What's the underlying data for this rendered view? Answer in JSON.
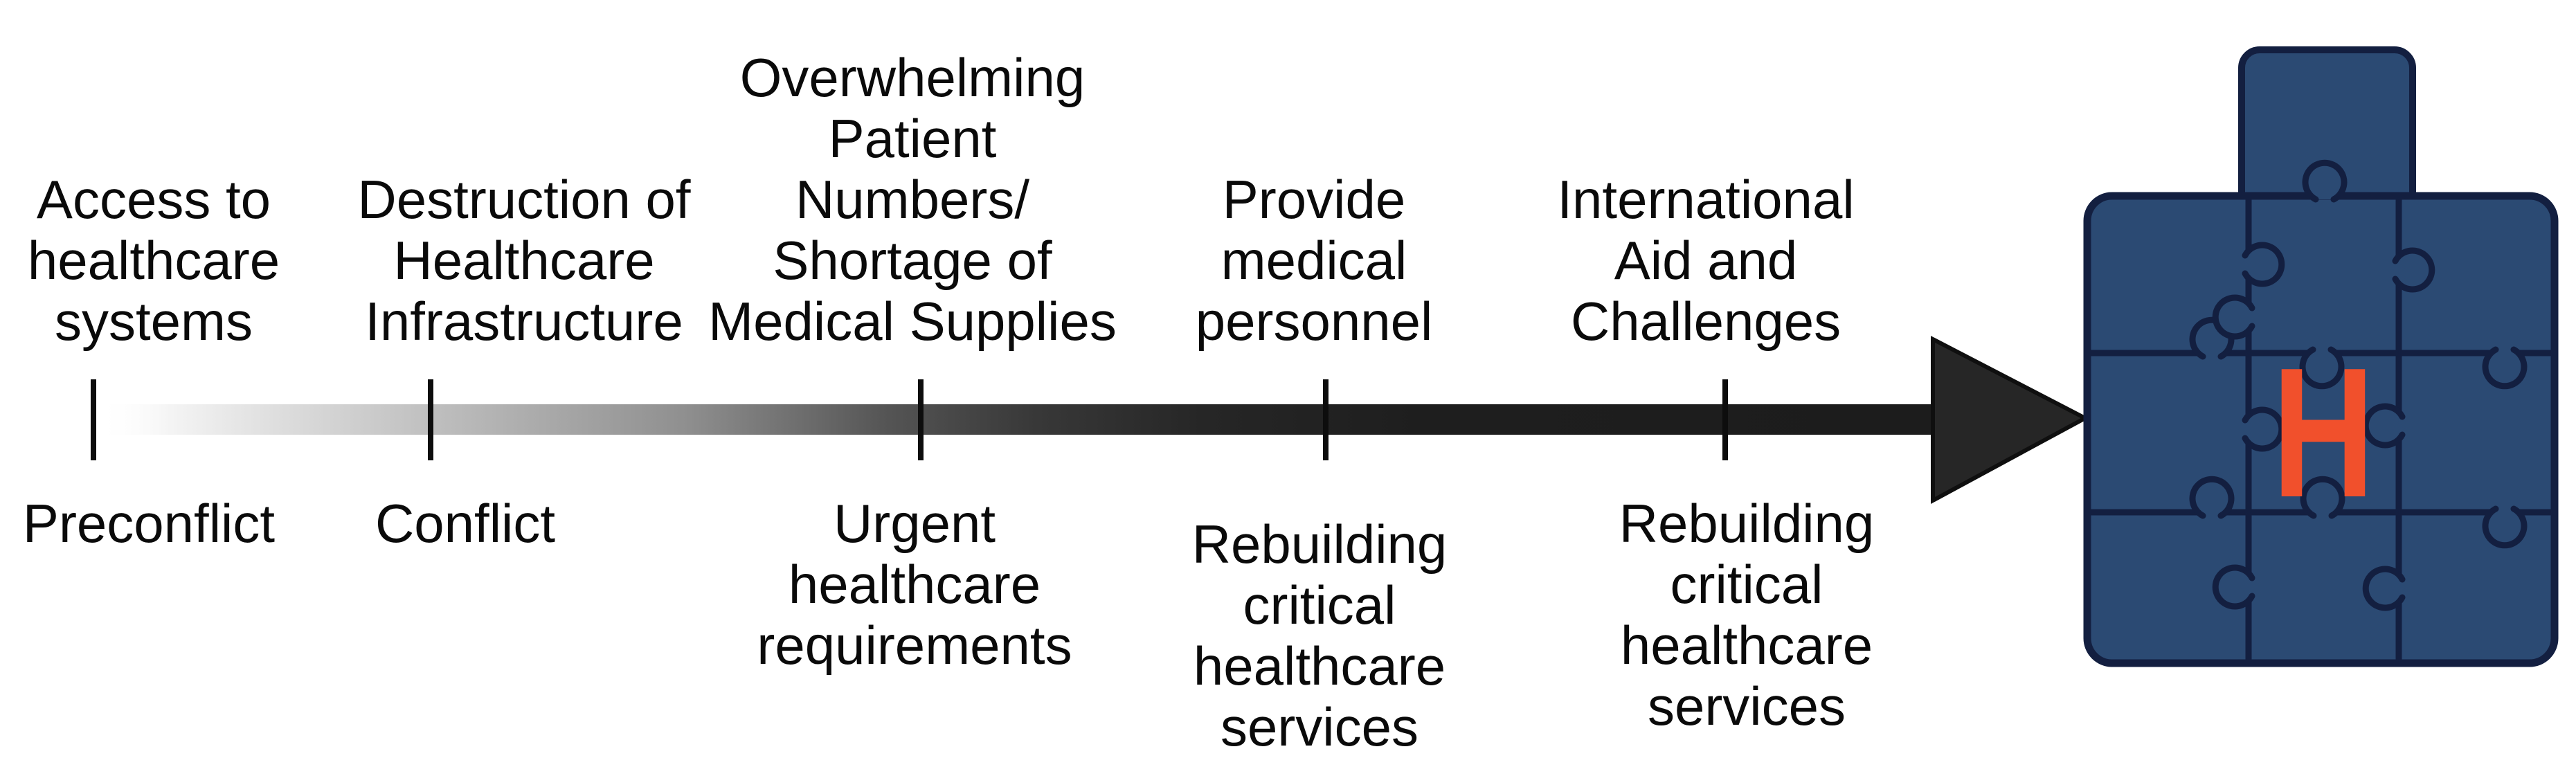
{
  "figure_type": "conflict-healthcare-timeline",
  "stages": [
    {
      "top_label": "Access to\nhealthcare\nsystems",
      "bottom_label": "Preconflict"
    },
    {
      "top_label": "Destruction of\nHealthcare\nInfrastructure",
      "bottom_label": "Conflict"
    },
    {
      "top_label": "Overwhelming\nPatient\nNumbers/\nShortage of\nMedical Supplies",
      "bottom_label": "Urgent\nhealthcare\nrequirements"
    },
    {
      "top_label": "Provide\nmedical\npersonnel",
      "bottom_label": "Rebuilding\ncritical\nhealthcare\nservices"
    },
    {
      "top_label": "International\nAid and\nChallenges",
      "bottom_label": "Rebuilding\ncritical\nhealthcare\nservices"
    }
  ],
  "icon": {
    "letter": "H",
    "description": "hospital-puzzle-icon"
  },
  "colors": {
    "puzzle_fill": "#2b4a73",
    "puzzle_stroke": "#131f40",
    "letter": "#f1502c",
    "arrowhead": "#262626",
    "tick": "#0d0d0d",
    "text": "#0a0a0a"
  }
}
